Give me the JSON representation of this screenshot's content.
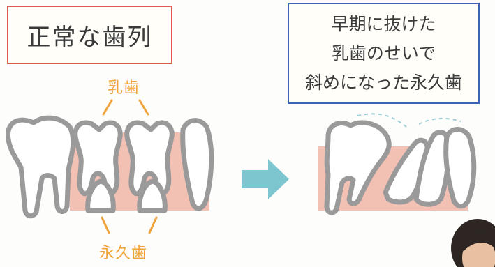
{
  "left_box": {
    "text": "正常な歯列"
  },
  "right_box": {
    "lines": [
      "早期に抜けた",
      "乳歯のせいで",
      "斜めになった永久歯"
    ]
  },
  "labels": {
    "baby_teeth": "乳歯",
    "permanent_teeth": "永久歯"
  },
  "colors": {
    "left_box_border": "#e05a4e",
    "right_box_border": "#3d63b4",
    "gum": "#f3c0b4",
    "tooth_outline": "#9a9a9a",
    "arrow": "#7ec6cf",
    "label_orange": "#f0a33b"
  }
}
